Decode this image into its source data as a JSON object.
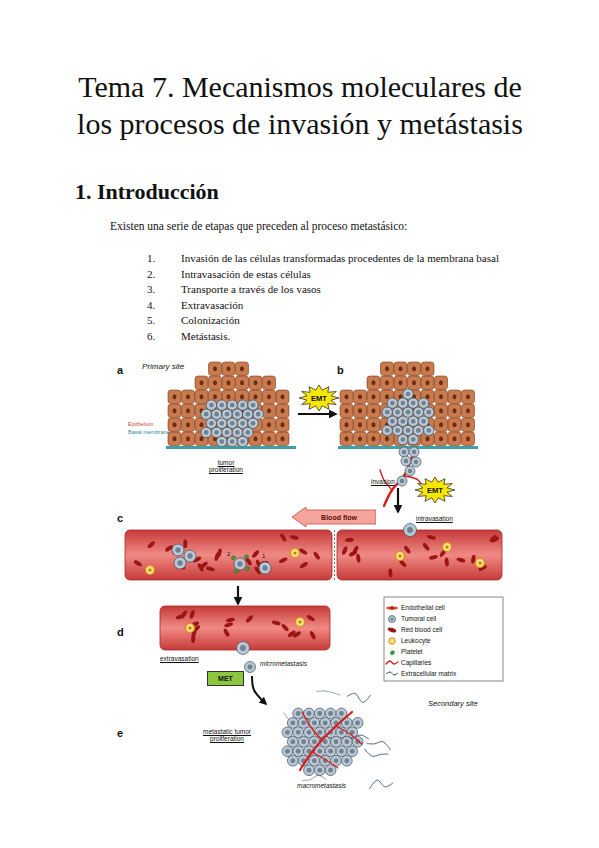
{
  "diagram": {
    "title": "Tema 7. Mecanismos moleculares de los procesos de invasión y metástasis",
    "nodes": [
      {
        "text": [
          "EMT"
        ]
      },
      {
        "text": [
          "EMT"
        ]
      },
      {
        "text": [
          "Blood flow"
        ]
      },
      {
        "text": [
          "MET"
        ]
      }
    ],
    "labels": [
      "1. Introducción",
      "Existen una serie de etapas que preceden al proceso metastásico:",
      "1.",
      "Invasión de las células transformadas procedentes de la membrana basal",
      "2.",
      "Intravasación de estas células",
      "3.",
      "Transporte a través de los vasos",
      "4.",
      "Extravasación",
      "5.",
      "Colonización",
      "6.",
      "Metástasis.",
      "a",
      "Primary site",
      "Epithelium",
      "Basal membrane",
      "tumor proliferation",
      "b",
      "invasion",
      "intravasation",
      "c",
      "2",
      "1",
      "d",
      "extravasation",
      "micrometastasis",
      "e",
      "metastatic tumor proliferation",
      "Secondary site",
      "macrometastasis"
    ],
    "legend": [
      {
        "text": "Endothelial cell"
      },
      {
        "text": "Tumoral cell"
      },
      {
        "text": "Red blood cell"
      },
      {
        "text": "Leukocyte"
      },
      {
        "text": "Platelet"
      },
      {
        "text": "Capillaries"
      },
      {
        "text": "Extracellular matrix"
      }
    ]
  }
}
